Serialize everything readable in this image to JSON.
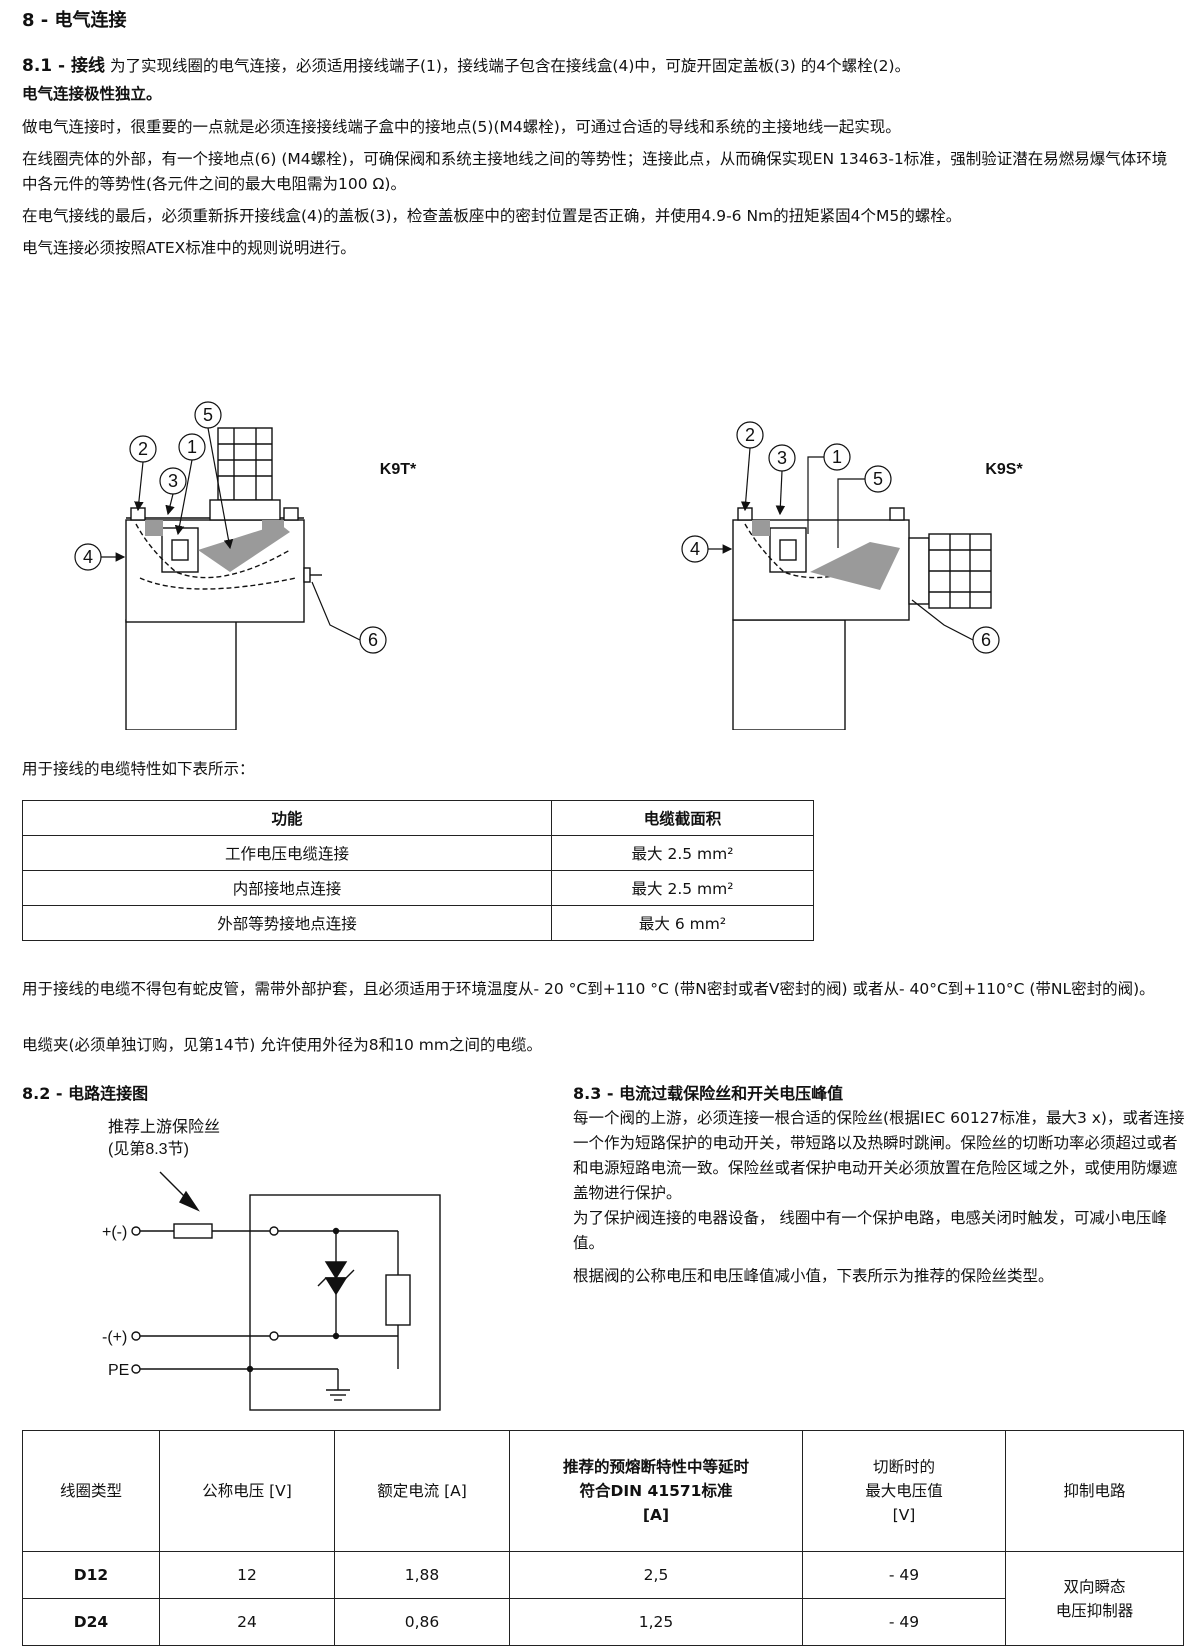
{
  "section": {
    "title": "8 - 电气连接"
  },
  "s81": {
    "label": "8.1 - 接线",
    "intro": "为了实现线圈的电气连接，必须适用接线端子(1)，接线端子包含在接线盒(4)中，可旋开固定盖板(3) 的4个螺栓(2)。",
    "polarity": "电气连接极性独立。",
    "p1": "做电气连接时，很重要的一点就是必须连接接线端子盒中的接地点(5)(M4螺栓)，可通过合适的导线和系统的主接地线一起实现。",
    "p2": "在线圈壳体的外部，有一个接地点(6) (M4螺栓)，可确保阀和系统主接地线之间的等势性；连接此点，从而确保实现EN 13463-1标准，强制验证潜在易燃易爆气体环境中各元件的等势性(各元件之间的最大电阻需为100 Ω)。",
    "p3": "在电气接线的最后，必须重新拆开接线盒(4)的盖板(3)，检查盖板座中的密封位置是否正确，并使用4.9-6 Nm的扭矩紧固4个M5的螺栓。",
    "p4": "电气连接必须按照ATEX标准中的规则说明进行。"
  },
  "figures": {
    "k9t_label": "K9T*",
    "k9s_label": "K9S*",
    "callouts": [
      "1",
      "2",
      "3",
      "4",
      "5",
      "6"
    ]
  },
  "cable_intro": "用于接线的电缆特性如下表所示：",
  "cable_table": {
    "headers": [
      "功能",
      "电缆截面积"
    ],
    "rows": [
      [
        "工作电压电缆连接",
        "最大 2.5 mm²"
      ],
      [
        "内部接地点连接",
        "最大 2.5 mm²"
      ],
      [
        "外部等势接地点连接",
        "最大 6 mm²"
      ]
    ]
  },
  "cable_note": "用于接线的电缆不得包有蛇皮管，需带外部护套，且必须适用于环境温度从- 20 °C到+110 °C (带N密封或者V密封的阀) 或者从- 40°C到+110°C (带NL密封的阀)。",
  "clamp_note": "电缆夹(必须单独订购，见第14节) 允许使用外径为8和10 mm之间的电缆。",
  "s82": {
    "title": "8.2 - 电路连接图",
    "fuse_label_1": "推荐上游保险丝",
    "fuse_label_2": "(见第8.3节)",
    "plus": "+(-)",
    "minus": "-(+)",
    "pe": "PE"
  },
  "s83": {
    "title": "8.3 - 电流过载保险丝和开关电压峰值",
    "p1": "每一个阀的上游，必须连接一根合适的保险丝(根据IEC 60127标准，最大3 x)，或者连接一个作为短路保护的电动开关，带短路以及热瞬时跳闸。保险丝的切断功率必须超过或者和电源短路电流一致。保险丝或者保护电动开关必须放置在危险区域之外，或使用防爆遮盖物进行保护。",
    "p2": "为了保护阀连接的电器设备， 线圈中有一个保护电路，电感关闭时触发，可减小电压峰值。",
    "p3": "根据阀的公称电压和电压峰值减小值，下表所示为推荐的保险丝类型。"
  },
  "fuse_table": {
    "h_coil": "线圈类型",
    "h_voltage": "公称电压 [V]",
    "h_current": "额定电流 [A]",
    "h_fuse_1": "推荐的预熔断特性中等延时",
    "h_fuse_2": "符合DIN 41571标准",
    "h_fuse_3": "[A]",
    "h_peak_1": "切断时的",
    "h_peak_2": "最大电压值",
    "h_peak_3": "[V]",
    "h_supp": "抑制电路",
    "rows": [
      {
        "coil": "D12",
        "voltage": "12",
        "current": "1,88",
        "fuse": "2,5",
        "peak": "- 49"
      },
      {
        "coil": "D24",
        "voltage": "24",
        "current": "0,86",
        "fuse": "1,25",
        "peak": "- 49"
      }
    ],
    "supp_1": "双向瞬态",
    "supp_2": "电压抑制器"
  }
}
